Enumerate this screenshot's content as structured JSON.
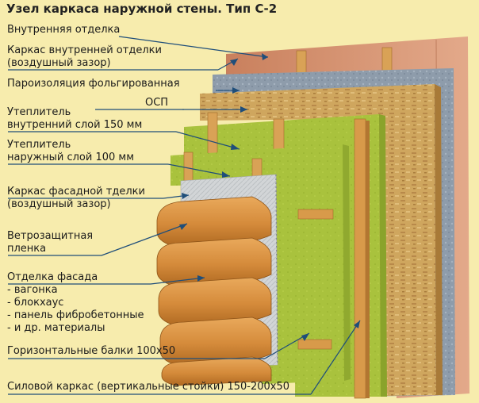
{
  "title": "Узел каркаса наружной стены. Тип С-2",
  "labels": {
    "inner_finish": "Внутренняя отделка",
    "inner_frame": [
      "Каркас внутренней отделки",
      "(воздушный зазор)"
    ],
    "vapor_barrier": "Пароизоляция фольгированная",
    "osb": "ОСП",
    "insulation_inner": [
      "Утеплитель",
      "внутренний слой 150 мм"
    ],
    "insulation_outer": [
      "Утеплитель",
      "наружный слой 100 мм"
    ],
    "facade_frame": [
      "Каркас фасадной тделки",
      "(воздушный зазор)"
    ],
    "wind_barrier": [
      "Ветрозащитная",
      "пленка"
    ],
    "facade_finish": [
      "Отделка фасада",
      "- вагонка",
      "- блокхаус",
      "- панель фибробетонные",
      "- и др. материалы"
    ],
    "horizontal_beams": "Горизонтальные балки 100х50",
    "load_frame": "Силовой каркас (вертикальные стойки) 150-200х50"
  },
  "colors": {
    "background": "#f7ecad",
    "inner_finish": "#d99a7c",
    "vapor_barrier": "#8f9eae",
    "osb": "#c9a15a",
    "insulation": "#a8c23c",
    "wind_barrier": "#cfd2d4",
    "timber": "#d89a4a",
    "facade_log": "#d58b3b",
    "leader_line": "#1f4e7a"
  }
}
